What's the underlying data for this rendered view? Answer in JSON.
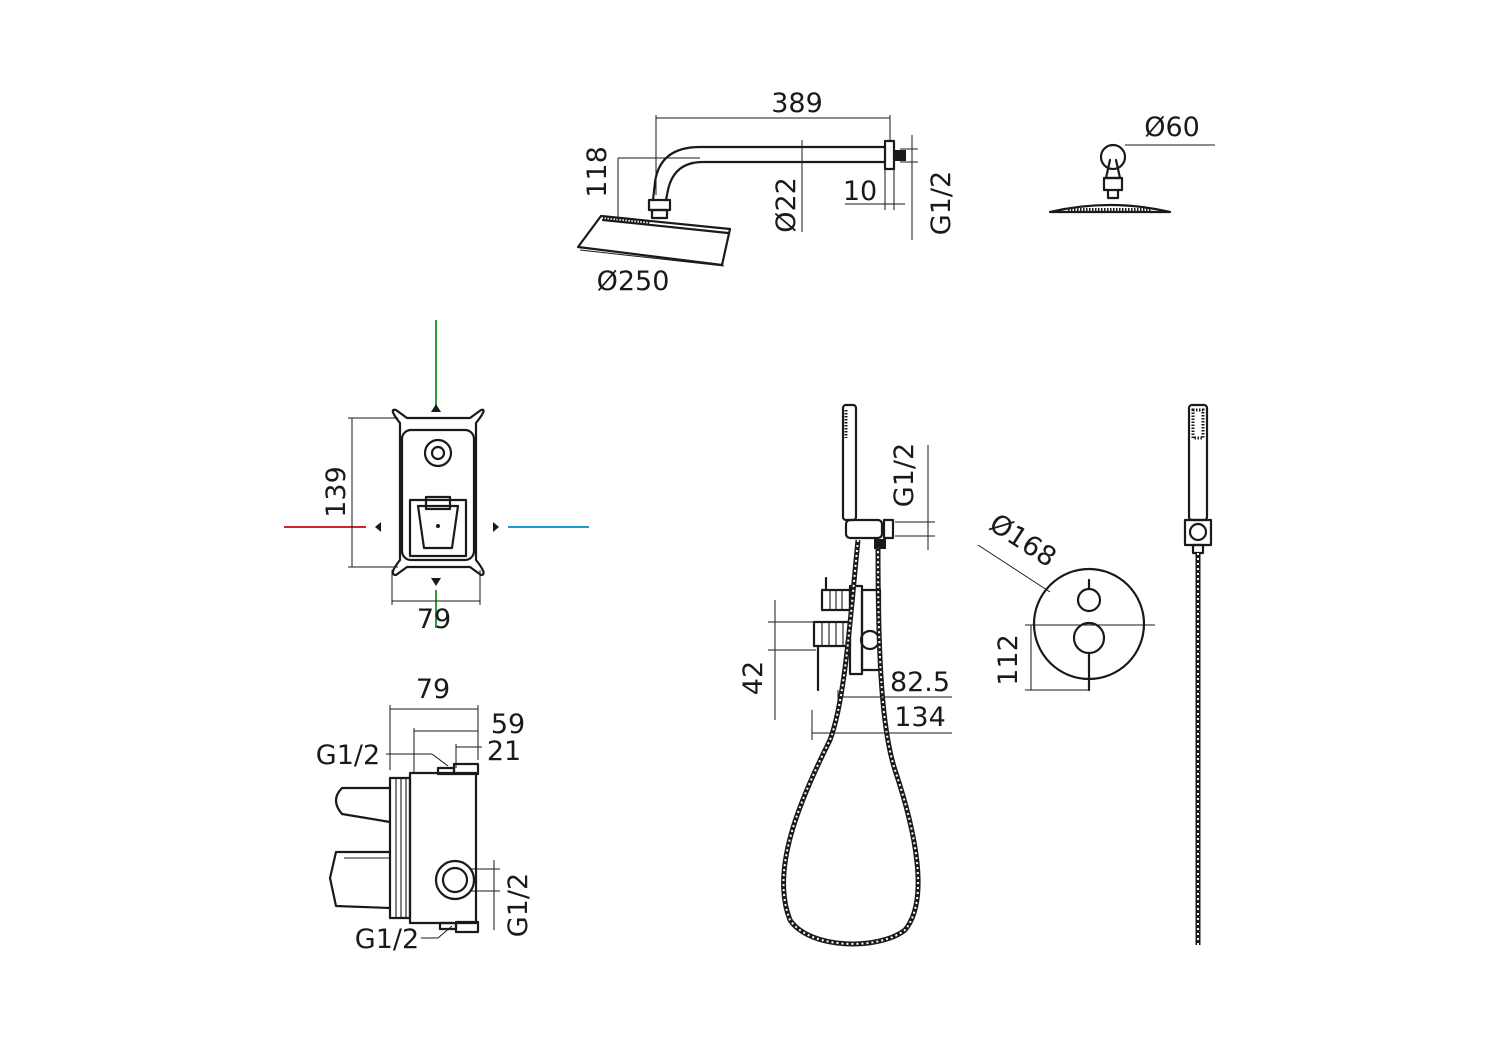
{
  "labels": {
    "arm_length": "389",
    "arm_drop": "118",
    "pipe_diameter": "Ø22",
    "flange_depth": "10",
    "arm_thread": "G1/2",
    "head_diameter": "Ø250",
    "flange_diameter": "Ø60",
    "box_height": "139",
    "box_width_front": "79",
    "box_width_side": "79",
    "box_depth_inner": "59",
    "box_depth_front": "21",
    "side_thread_top": "G1/2",
    "side_thread_right": "G1/2",
    "side_thread_bottom": "G1/2",
    "hand_outlet_thread": "G1/2",
    "mixer_height": "42",
    "projection_inner": "82.5",
    "projection_outer": "134",
    "plate_diameter": "Ø168",
    "knob_spacing": "112"
  },
  "colors": {
    "line": "#1a1a1a",
    "cold_supply": "#1e9ad6",
    "hot_supply": "#d0262b",
    "axis_guide": "#2e9d3a"
  }
}
